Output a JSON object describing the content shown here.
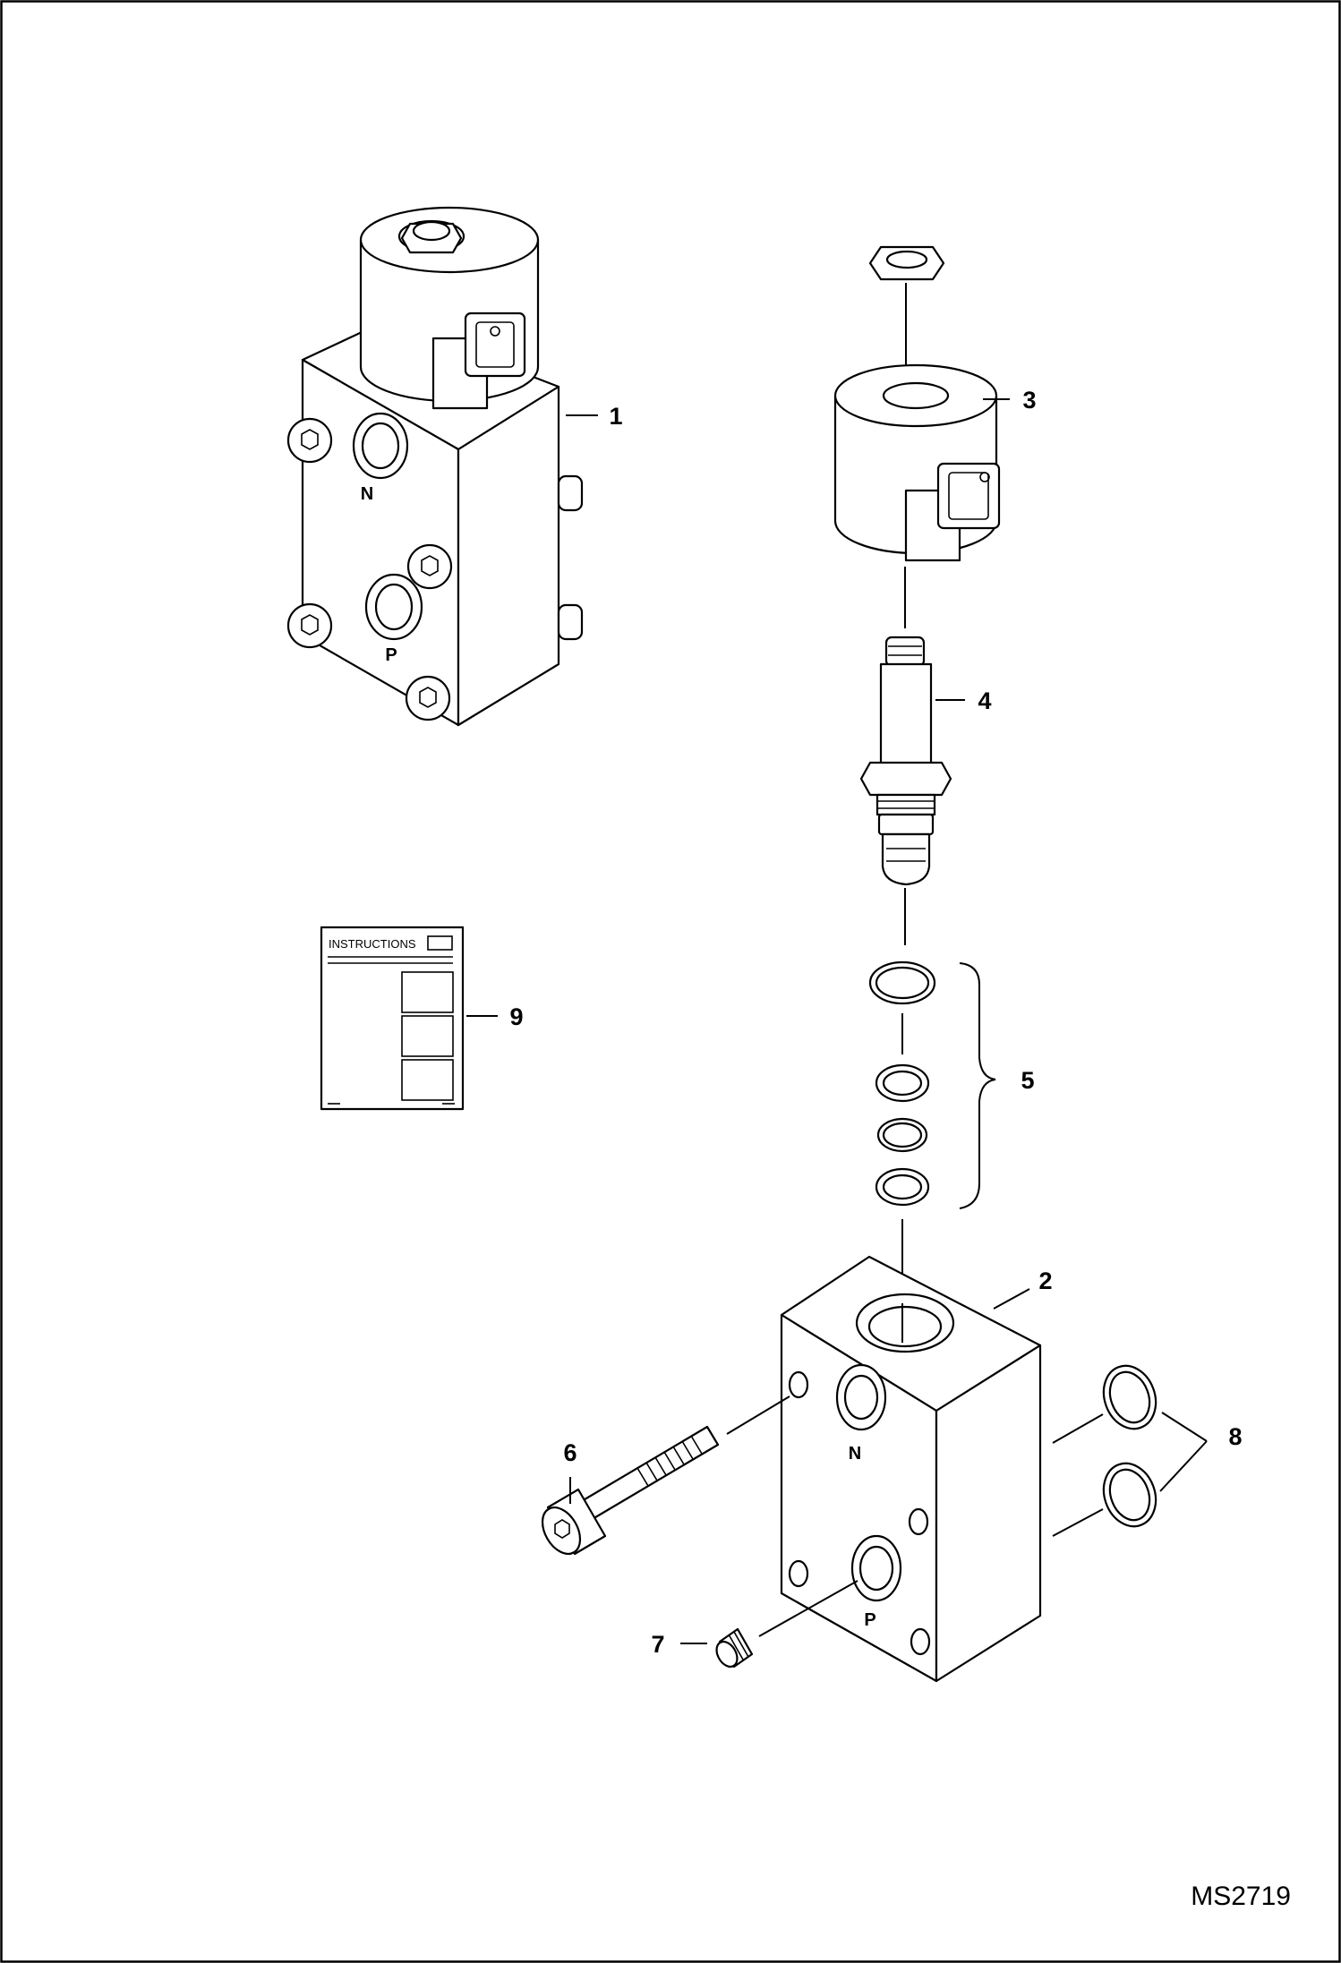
{
  "callouts": [
    "1",
    "2",
    "3",
    "4",
    "5",
    "6",
    "7",
    "8",
    "9"
  ],
  "port_labels": {
    "n": "N",
    "p": "P"
  },
  "instructions_label": "INSTRUCTIONS",
  "drawing_number": "MS2719",
  "colors": {
    "line": "#000000",
    "background": "#ffffff"
  }
}
